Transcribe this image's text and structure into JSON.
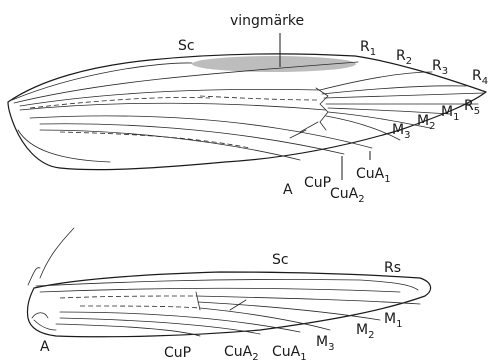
{
  "forewing": {
    "marker_label": "vingmärke",
    "marker_color": "#bdbdbd",
    "labels": {
      "sc": "Sc",
      "r1": [
        "R",
        "1"
      ],
      "r2": [
        "R",
        "2"
      ],
      "r3": [
        "R",
        "3"
      ],
      "r4": [
        "R",
        "4"
      ],
      "r5": [
        "R",
        "5"
      ],
      "m1": [
        "M",
        "1"
      ],
      "m2": [
        "M",
        "2"
      ],
      "m3": [
        "M",
        "3"
      ],
      "cua1": [
        "CuA",
        "1"
      ],
      "cua2": [
        "CuA",
        "2"
      ],
      "cup": "CuP",
      "a": "A"
    }
  },
  "hindwing": {
    "labels": {
      "sc": "Sc",
      "rs": "Rs",
      "m1": [
        "M",
        "1"
      ],
      "m2": [
        "M",
        "2"
      ],
      "m3": [
        "M",
        "3"
      ],
      "cua1": [
        "CuA",
        "1"
      ],
      "cua2": [
        "CuA",
        "2"
      ],
      "cup": "CuP",
      "a": "A"
    }
  }
}
